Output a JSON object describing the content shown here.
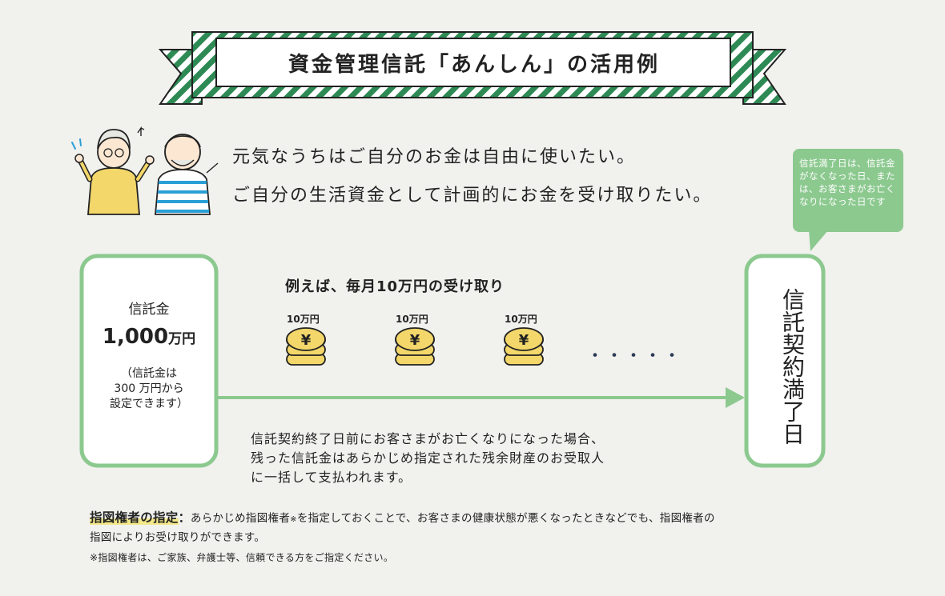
{
  "banner": {
    "title": "資金管理信託「あんしん」の活用例"
  },
  "intro": {
    "line1": "元気なうちはご自分のお金は自由に使いたい。",
    "line2": "ご自分の生活資金として計画的にお金を受け取りたい。"
  },
  "bubble": {
    "text": "信託満了日は、信託金がなくなった日、または、お客さまがお亡くなりになった日です"
  },
  "trust_box": {
    "label": "信託金",
    "amount": "1,000",
    "unit": "万円",
    "note_line1": "（信託金は",
    "note_line2": "300 万円から",
    "note_line3": "設定できます）"
  },
  "example": {
    "label": "例えば、毎月10万円の受け取り",
    "coins": [
      {
        "label": "10万円",
        "symbol": "¥"
      },
      {
        "label": "10万円",
        "symbol": "¥"
      },
      {
        "label": "10万円",
        "symbol": "¥"
      }
    ],
    "ellipsis": "・・・・・"
  },
  "end_box": {
    "label": "信託契約満了日"
  },
  "death_note": {
    "line1": "信託契約終了日前にお客さまがお亡くなりになった場合、",
    "line2": "残った信託金はあらかじめ指定された残余財産のお受取人",
    "line3": "に一括して支払われます。"
  },
  "designation": {
    "heading": "指図権者の指定",
    "colon": "：",
    "body1": "あらかじめ指図権者",
    "mark": "※",
    "body2": "を指定しておくことで、お客さまの健康状態が悪くなったときなどでも、指図権者の",
    "line2": "指図によりお受け取りができます。",
    "footnote": "※指図権者は、ご家族、弁護士等、信頼できる方をご指定ください。"
  },
  "colors": {
    "green": "#7ec48a",
    "dark_green": "#2e8a54",
    "coin_yellow": "#f3d76a",
    "dot_navy": "#2b3a55"
  }
}
